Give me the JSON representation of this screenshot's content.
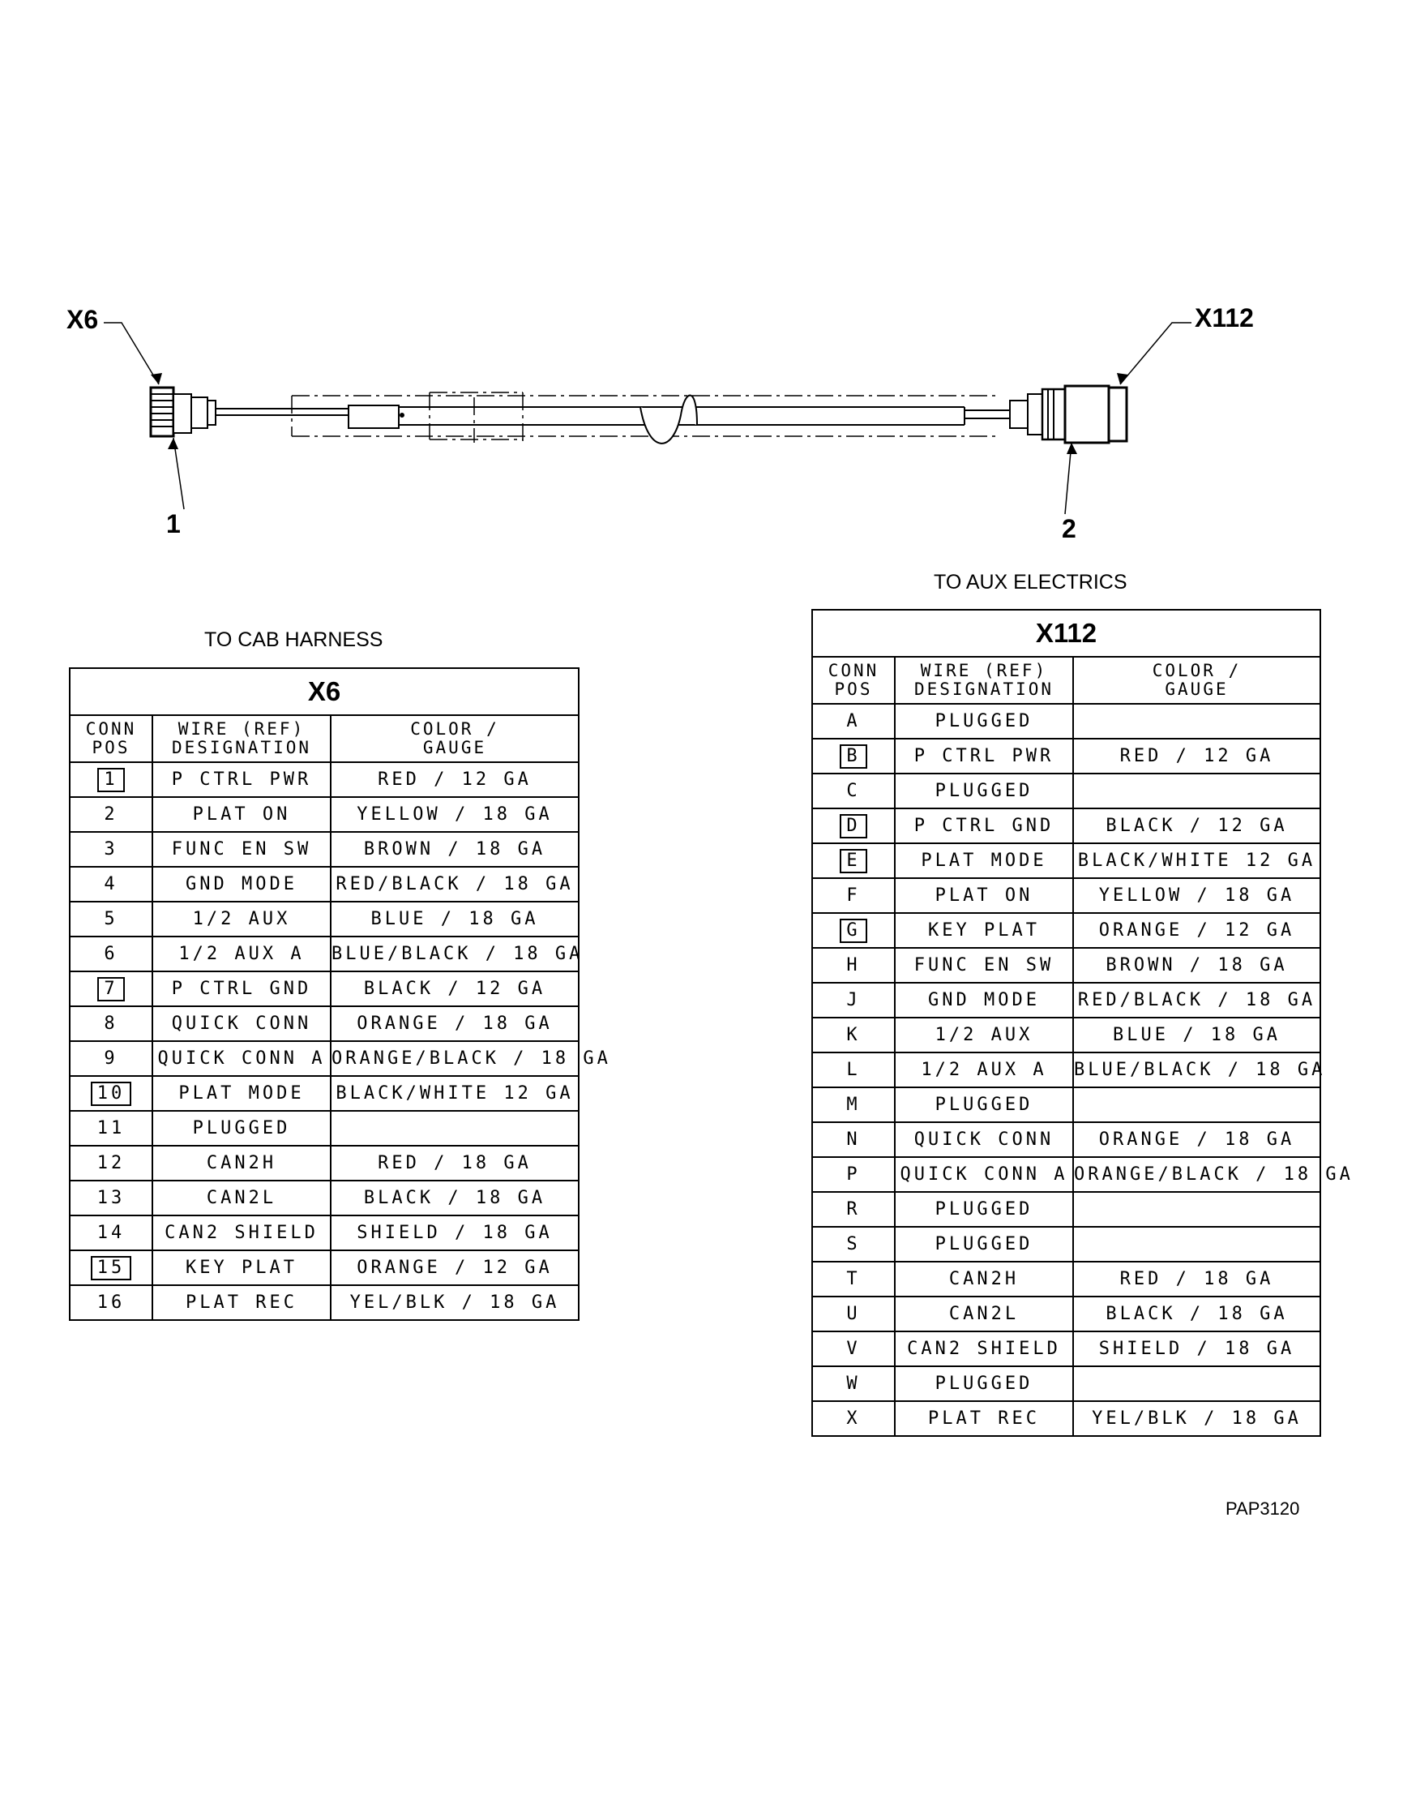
{
  "callouts": {
    "left_connector": "X6",
    "right_connector": "X112",
    "left_item": "1",
    "right_item": "2"
  },
  "captions": {
    "left_destination": "TO CAB HARNESS",
    "right_destination": "TO AUX ELECTRICS"
  },
  "figure_id": "PAP3120",
  "headers": {
    "col1": [
      "CONN",
      "POS"
    ],
    "col2": [
      "WIRE (REF)",
      "DESIGNATION"
    ],
    "col3": [
      "COLOR /",
      "GAUGE"
    ]
  },
  "tables": [
    {
      "title": "X6",
      "rows": [
        {
          "pos": "1",
          "boxed": true,
          "wire": "P CTRL PWR",
          "color": "RED / 12 GA"
        },
        {
          "pos": "2",
          "boxed": false,
          "wire": "PLAT ON",
          "color": "YELLOW / 18 GA"
        },
        {
          "pos": "3",
          "boxed": false,
          "wire": "FUNC EN SW",
          "color": "BROWN / 18 GA"
        },
        {
          "pos": "4",
          "boxed": false,
          "wire": "GND MODE",
          "color": "RED/BLACK / 18 GA"
        },
        {
          "pos": "5",
          "boxed": false,
          "wire": "1/2 AUX",
          "color": "BLUE / 18 GA"
        },
        {
          "pos": "6",
          "boxed": false,
          "wire": "1/2 AUX A",
          "color": "BLUE/BLACK / 18 GA"
        },
        {
          "pos": "7",
          "boxed": true,
          "wire": "P CTRL GND",
          "color": "BLACK / 12 GA"
        },
        {
          "pos": "8",
          "boxed": false,
          "wire": "QUICK CONN",
          "color": "ORANGE / 18 GA"
        },
        {
          "pos": "9",
          "boxed": false,
          "wire": "QUICK CONN A",
          "color": "ORANGE/BLACK / 18 GA"
        },
        {
          "pos": "10",
          "boxed": true,
          "wire": "PLAT MODE",
          "color": "BLACK/WHITE 12 GA"
        },
        {
          "pos": "11",
          "boxed": false,
          "wire": "PLUGGED",
          "color": ""
        },
        {
          "pos": "12",
          "boxed": false,
          "wire": "CAN2H",
          "color": "RED / 18 GA"
        },
        {
          "pos": "13",
          "boxed": false,
          "wire": "CAN2L",
          "color": "BLACK / 18 GA"
        },
        {
          "pos": "14",
          "boxed": false,
          "wire": "CAN2 SHIELD",
          "color": "SHIELD / 18 GA"
        },
        {
          "pos": "15",
          "boxed": true,
          "wire": "KEY PLAT",
          "color": "ORANGE / 12 GA"
        },
        {
          "pos": "16",
          "boxed": false,
          "wire": "PLAT REC",
          "color": "YEL/BLK / 18 GA"
        }
      ]
    },
    {
      "title": "X112",
      "rows": [
        {
          "pos": "A",
          "boxed": false,
          "wire": "PLUGGED",
          "color": ""
        },
        {
          "pos": "B",
          "boxed": true,
          "wire": "P CTRL PWR",
          "color": "RED / 12 GA"
        },
        {
          "pos": "C",
          "boxed": false,
          "wire": "PLUGGED",
          "color": ""
        },
        {
          "pos": "D",
          "boxed": true,
          "wire": "P CTRL GND",
          "color": "BLACK / 12 GA"
        },
        {
          "pos": "E",
          "boxed": true,
          "wire": "PLAT MODE",
          "color": "BLACK/WHITE 12 GA"
        },
        {
          "pos": "F",
          "boxed": false,
          "wire": "PLAT ON",
          "color": "YELLOW / 18 GA"
        },
        {
          "pos": "G",
          "boxed": true,
          "wire": "KEY PLAT",
          "color": "ORANGE / 12 GA"
        },
        {
          "pos": "H",
          "boxed": false,
          "wire": "FUNC EN SW",
          "color": "BROWN / 18 GA"
        },
        {
          "pos": "J",
          "boxed": false,
          "wire": "GND MODE",
          "color": "RED/BLACK / 18 GA"
        },
        {
          "pos": "K",
          "boxed": false,
          "wire": "1/2 AUX",
          "color": "BLUE / 18 GA"
        },
        {
          "pos": "L",
          "boxed": false,
          "wire": "1/2 AUX A",
          "color": "BLUE/BLACK / 18 GA"
        },
        {
          "pos": "M",
          "boxed": false,
          "wire": "PLUGGED",
          "color": ""
        },
        {
          "pos": "N",
          "boxed": false,
          "wire": "QUICK CONN",
          "color": "ORANGE / 18 GA"
        },
        {
          "pos": "P",
          "boxed": false,
          "wire": "QUICK CONN A",
          "color": "ORANGE/BLACK / 18 GA"
        },
        {
          "pos": "R",
          "boxed": false,
          "wire": "PLUGGED",
          "color": ""
        },
        {
          "pos": "S",
          "boxed": false,
          "wire": "PLUGGED",
          "color": ""
        },
        {
          "pos": "T",
          "boxed": false,
          "wire": "CAN2H",
          "color": "RED / 18 GA"
        },
        {
          "pos": "U",
          "boxed": false,
          "wire": "CAN2L",
          "color": "BLACK / 18 GA"
        },
        {
          "pos": "V",
          "boxed": false,
          "wire": "CAN2 SHIELD",
          "color": "SHIELD / 18 GA"
        },
        {
          "pos": "W",
          "boxed": false,
          "wire": "PLUGGED",
          "color": ""
        },
        {
          "pos": "X",
          "boxed": false,
          "wire": "PLAT REC",
          "color": "YEL/BLK / 18 GA"
        }
      ]
    }
  ]
}
